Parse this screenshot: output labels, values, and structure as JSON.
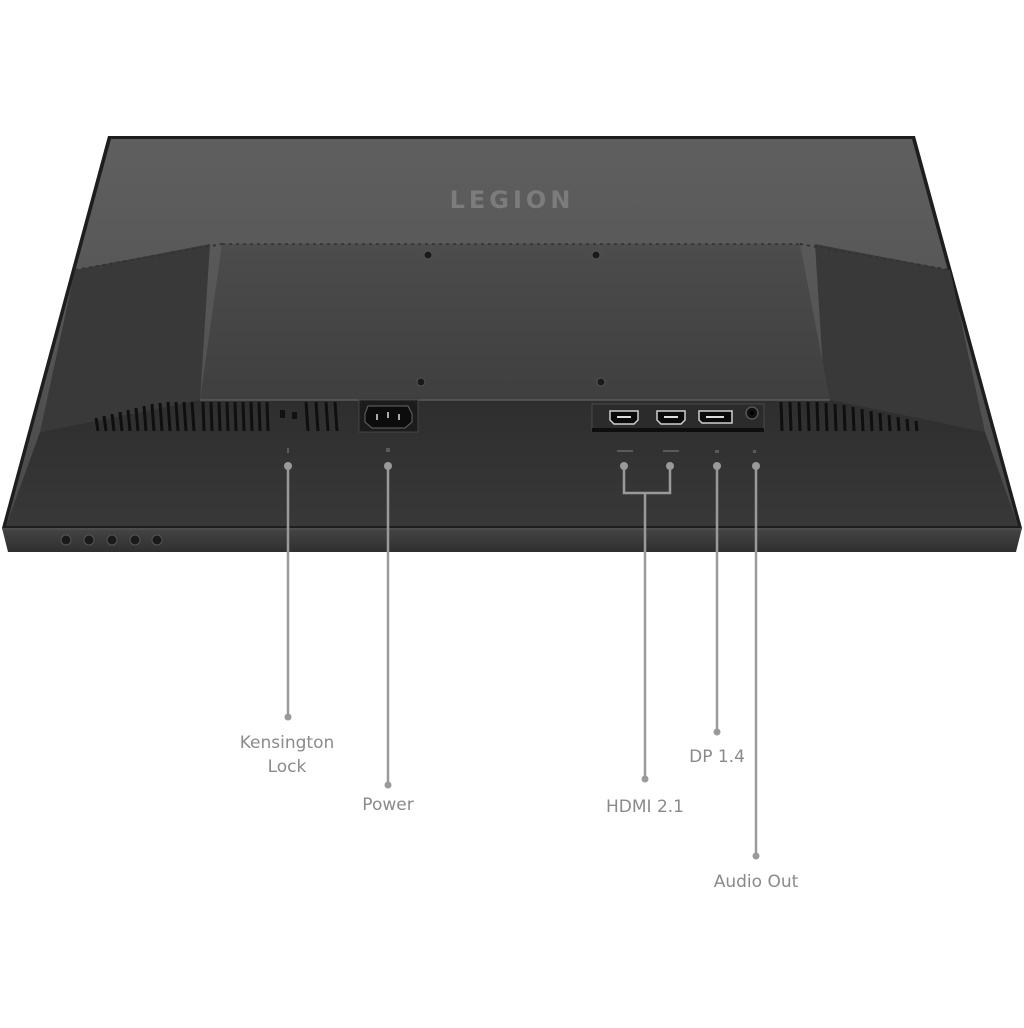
{
  "product": {
    "brand_logo": "LEGION",
    "view": "rear view of monitor, ports facing down"
  },
  "ports": [
    {
      "id": "kensington",
      "label_lines": [
        "Kensington",
        "Lock"
      ],
      "icon": "lock-slot-icon"
    },
    {
      "id": "power",
      "label_lines": [
        "Power"
      ],
      "icon": "power-socket-icon"
    },
    {
      "id": "hdmi",
      "label_lines": [
        "HDMI 2.1"
      ],
      "icon": "hdmi-port-icon",
      "count": 2
    },
    {
      "id": "dp",
      "label_lines": [
        "DP 1.4"
      ],
      "icon": "displayport-icon"
    },
    {
      "id": "audio",
      "label_lines": [
        "Audio Out"
      ],
      "icon": "audio-jack-icon"
    }
  ],
  "labels": {
    "kensington_line1": "Kensington",
    "kensington_line2": "Lock",
    "power": "Power",
    "hdmi": "HDMI 2.1",
    "dp": "DP 1.4",
    "audio": "Audio Out"
  },
  "control_buttons": {
    "count": 5
  },
  "colors": {
    "background": "#ffffff",
    "chassis_top": "#5a5a5a",
    "chassis_body": "#3a3a3a",
    "chassis_dark": "#2a2a2a",
    "callout": "#9a9a9a",
    "label_text": "#8a8a8a"
  }
}
